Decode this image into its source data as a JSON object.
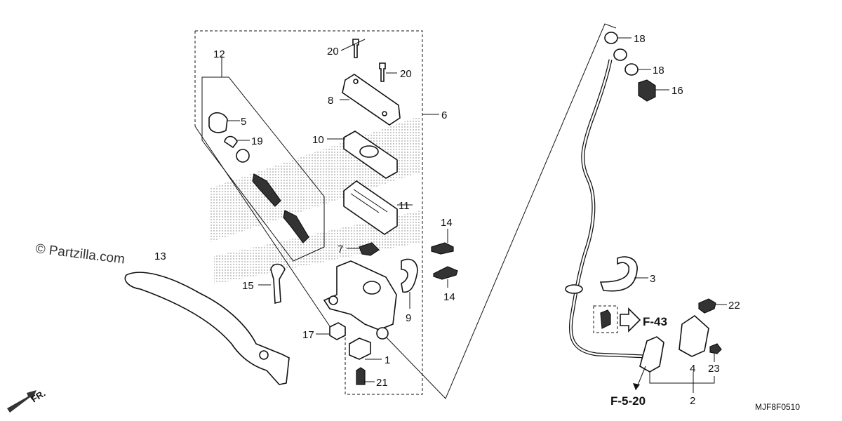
{
  "watermark": "© Partzilla.com",
  "drawing_code": "MJF8F0510",
  "direction": "FR.",
  "refs": {
    "f43": "F-43",
    "f520": "F-5-20"
  },
  "callouts": {
    "c1": "1",
    "c2": "2",
    "c3": "3",
    "c4": "4",
    "c5": "5",
    "c6": "6",
    "c7": "7",
    "c8": "8",
    "c9": "9",
    "c10": "10",
    "c11": "11",
    "c12": "12",
    "c13": "13",
    "c14a": "14",
    "c14b": "14",
    "c15": "15",
    "c16": "16",
    "c17": "17",
    "c18a": "18",
    "c18b": "18",
    "c19": "19",
    "c20a": "20",
    "c20b": "20",
    "c21": "21",
    "c22": "22",
    "c23": "23"
  }
}
